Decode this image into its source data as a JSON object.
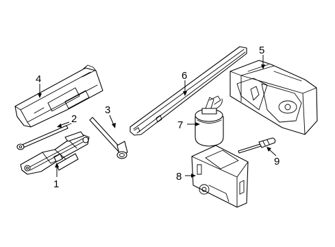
{
  "diagram": {
    "parts": [
      {
        "id": "jack",
        "callout": "1"
      },
      {
        "id": "jack-handle",
        "callout": "2"
      },
      {
        "id": "lug-wrench",
        "callout": "3"
      },
      {
        "id": "tool-tray",
        "callout": "4"
      },
      {
        "id": "spare-tire-foam-holder",
        "callout": "5"
      },
      {
        "id": "extension-bar",
        "callout": "6"
      },
      {
        "id": "sealant-bottle",
        "callout": "7"
      },
      {
        "id": "compressor",
        "callout": "8"
      },
      {
        "id": "screwdriver",
        "callout": "9"
      }
    ],
    "colors": {
      "line": "#000000",
      "background": "#ffffff"
    }
  }
}
